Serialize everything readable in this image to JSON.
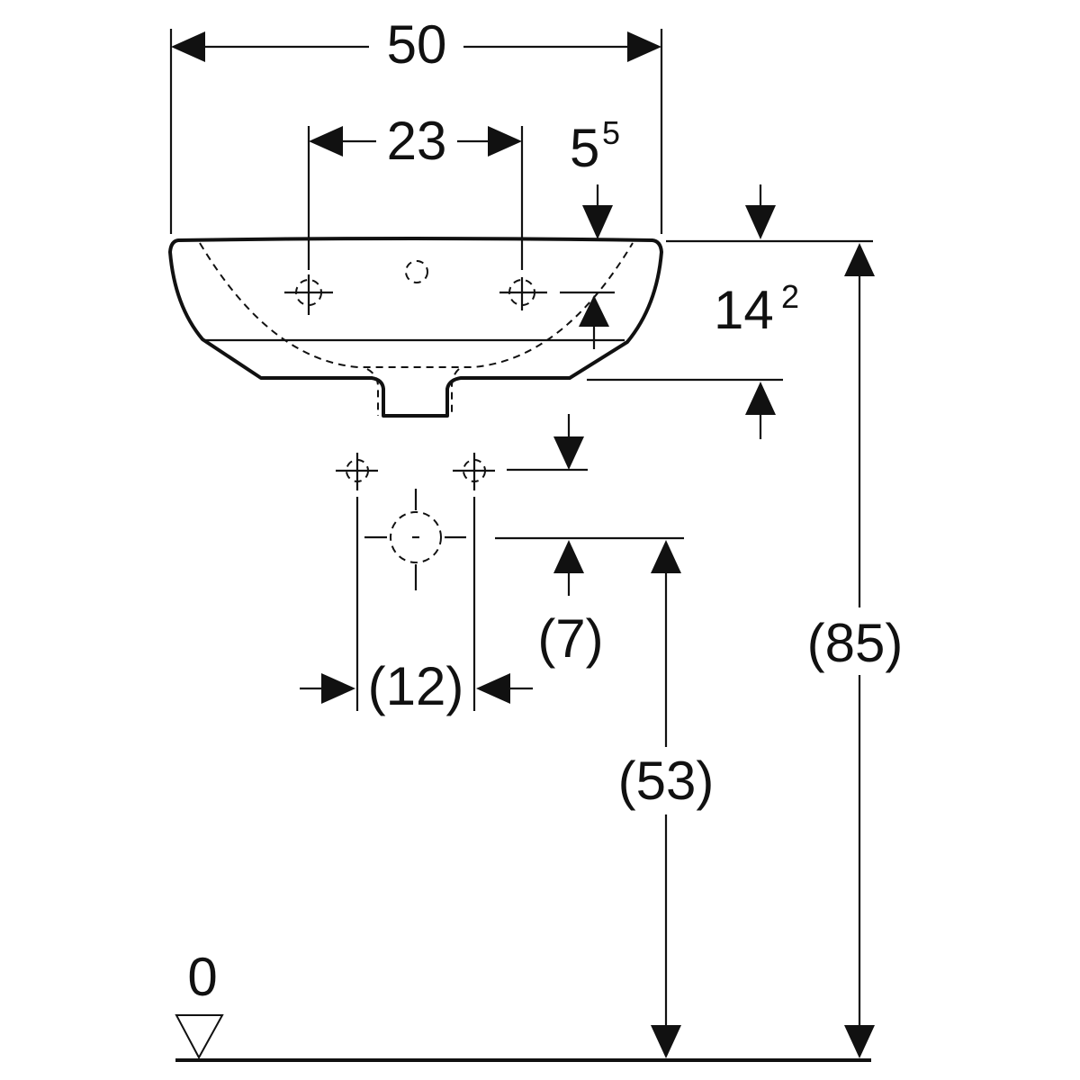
{
  "dimensions": {
    "width": "50",
    "tap_spacing": "23",
    "tap_hole_inset": "5",
    "tap_hole_inset_sup": "5",
    "bowl_depth": "14",
    "bowl_depth_sup": "2",
    "supply_offset": "(7)",
    "supply_spacing": "(12)",
    "waste_height": "(53)",
    "rim_height": "(85)",
    "floor_level": "0"
  }
}
